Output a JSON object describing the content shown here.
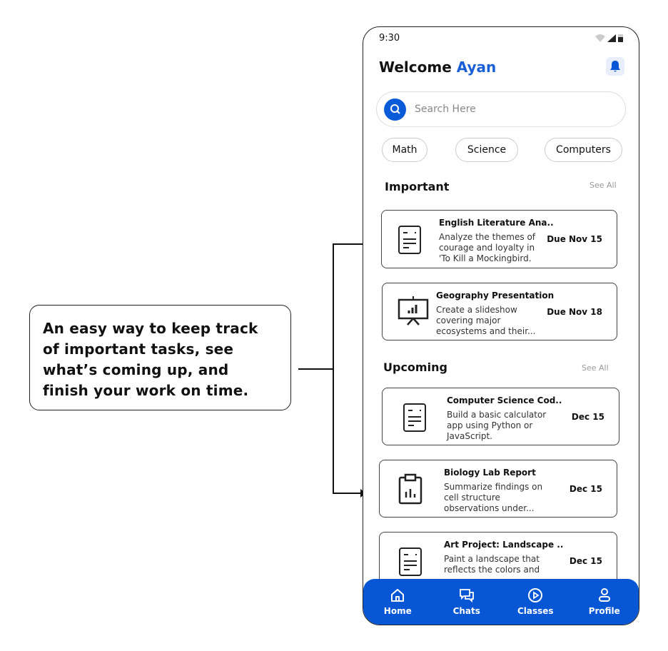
{
  "callout": {
    "text": "An easy way to keep track of important tasks, see what’s coming up, and finish your work on time."
  },
  "status": {
    "time": "9:30"
  },
  "header": {
    "welcome": "Welcome",
    "name": "Ayan"
  },
  "search": {
    "placeholder": "Search Here"
  },
  "chips": [
    "Math",
    "Science",
    "Computers"
  ],
  "important": {
    "title": "Important",
    "see_all": "See All",
    "cards": [
      {
        "title": "English Literature Ana..",
        "desc": "Analyze the themes of courage and loyalty in 'To Kill a Mockingbird.",
        "due": "Due Nov 15",
        "icon": "document-icon"
      },
      {
        "title": "Geography Presentation",
        "desc": "Create a slideshow covering major ecosystems and their...",
        "due": "Due Nov 18",
        "icon": "presentation-icon"
      }
    ]
  },
  "upcoming": {
    "title": "Upcoming",
    "see_all": "See All",
    "cards": [
      {
        "title": "Computer Science Cod..",
        "desc": "Build a basic calculator app using Python or JavaScript.",
        "due": "Dec 15",
        "icon": "document-icon"
      },
      {
        "title": "Biology Lab Report",
        "desc": "Summarize findings on cell structure observations under...",
        "due": "Dec 15",
        "icon": "clipboard-icon"
      },
      {
        "title": "Art Project: Landscape ..",
        "desc": "Paint a landscape that reflects the colors and",
        "due": "Dec 15",
        "icon": "document-icon"
      }
    ]
  },
  "nav": [
    "Home",
    "Chats",
    "Classes",
    "Profile"
  ],
  "colors": {
    "accent": "#0756d6"
  }
}
